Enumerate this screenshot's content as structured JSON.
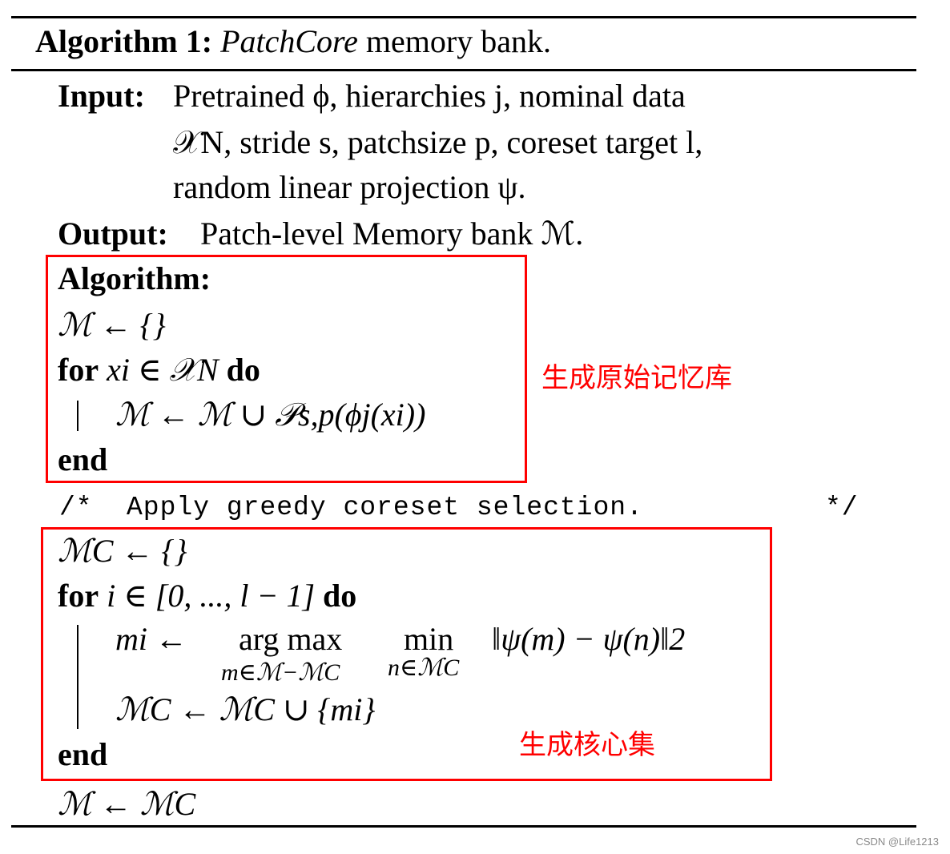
{
  "algorithm": {
    "title_prefix": "Algorithm 1:",
    "title_name": "PatchCore",
    "title_suffix": "memory bank."
  },
  "input": {
    "label": "Input:",
    "line1": "Pretrained ϕ, hierarchies j, nominal data",
    "line2": "𝒳N, stride s, patchsize p, coreset target l,",
    "line3": "random linear projection ψ."
  },
  "output": {
    "label": "Output:",
    "text": "Patch-level Memory bank ℳ."
  },
  "block1": {
    "heading": "Algorithm:",
    "init": "ℳ ← {}",
    "for_kw": "for",
    "for_expr": "xi ∈ 𝒳N",
    "do_kw": "do",
    "body": "ℳ ← ℳ ∪ 𝒫s,p(ϕj(xi))",
    "end_kw": "end"
  },
  "comment": {
    "open": "/*",
    "text": "Apply greedy coreset selection.",
    "close": "*/"
  },
  "block2": {
    "init": "ℳC ← {}",
    "for_kw": "for",
    "for_expr": "i ∈ [0, ..., l − 1]",
    "do_kw": "do",
    "assign_lhs": "mi ←",
    "argmax": "arg max",
    "argmax_under": "m∈ℳ−ℳC",
    "min": "min",
    "min_under": "n∈ℳC",
    "norm": "‖ψ(m) − ψ(n)‖2",
    "update": "ℳC ← ℳC ∪ {mi}",
    "end_kw": "end"
  },
  "final": "ℳ ← ℳC",
  "annotations": {
    "box1_label": "生成原始记忆库",
    "box2_label": "生成核心集",
    "color": "#ff0000"
  },
  "watermark": "CSDN @Life1213"
}
